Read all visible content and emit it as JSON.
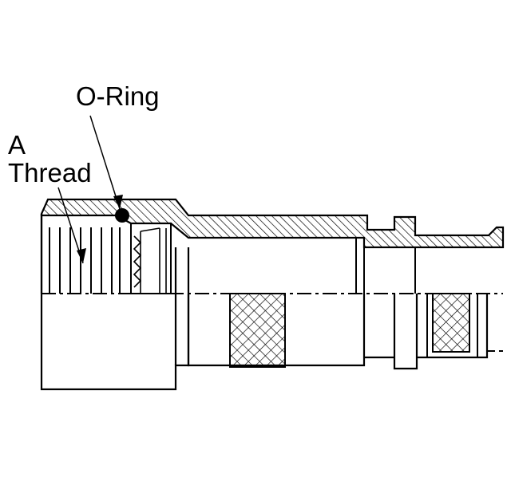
{
  "labels": {
    "oring": "O-Ring",
    "thread_line1": "A",
    "thread_line2": "Thread"
  },
  "colors": {
    "line": "#000000",
    "background": "#ffffff"
  }
}
